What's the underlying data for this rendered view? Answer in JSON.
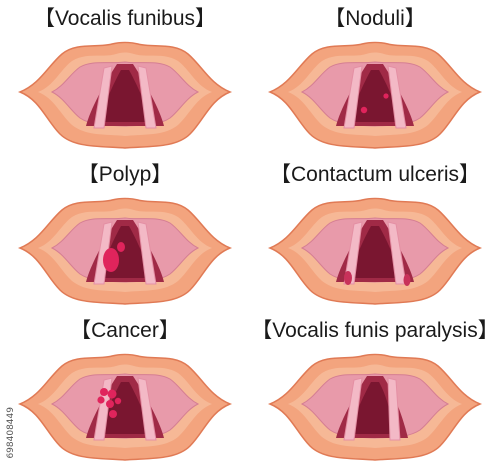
{
  "panels": [
    {
      "id": "vocalis-funibus",
      "label": "【Vocalis funibus】",
      "lesion": "none"
    },
    {
      "id": "noduli",
      "label": "【Noduli】",
      "lesion": "nodules"
    },
    {
      "id": "polyp",
      "label": "【Polyp】",
      "lesion": "polyp"
    },
    {
      "id": "contactum-ulceris",
      "label": "【Contactum ulceris】",
      "lesion": "ulcer"
    },
    {
      "id": "cancer",
      "label": "【Cancer】",
      "lesion": "cancer"
    },
    {
      "id": "vocalis-funis-paralysis",
      "label": "【Vocalis funis paralysis】",
      "lesion": "paralysis"
    }
  ],
  "stock_id": "698408449",
  "colors": {
    "outer": "#f3a47e",
    "outer_edge": "#e07a55",
    "rim": "#f6b896",
    "tissue": "#e89aaa",
    "tissue_dark": "#d57e93",
    "glottis": "#a02a46",
    "glottis_deep": "#7a1630",
    "cord": "#f3b9c6",
    "cord_edge": "#e48fa4",
    "lesion": "#e0245c"
  }
}
